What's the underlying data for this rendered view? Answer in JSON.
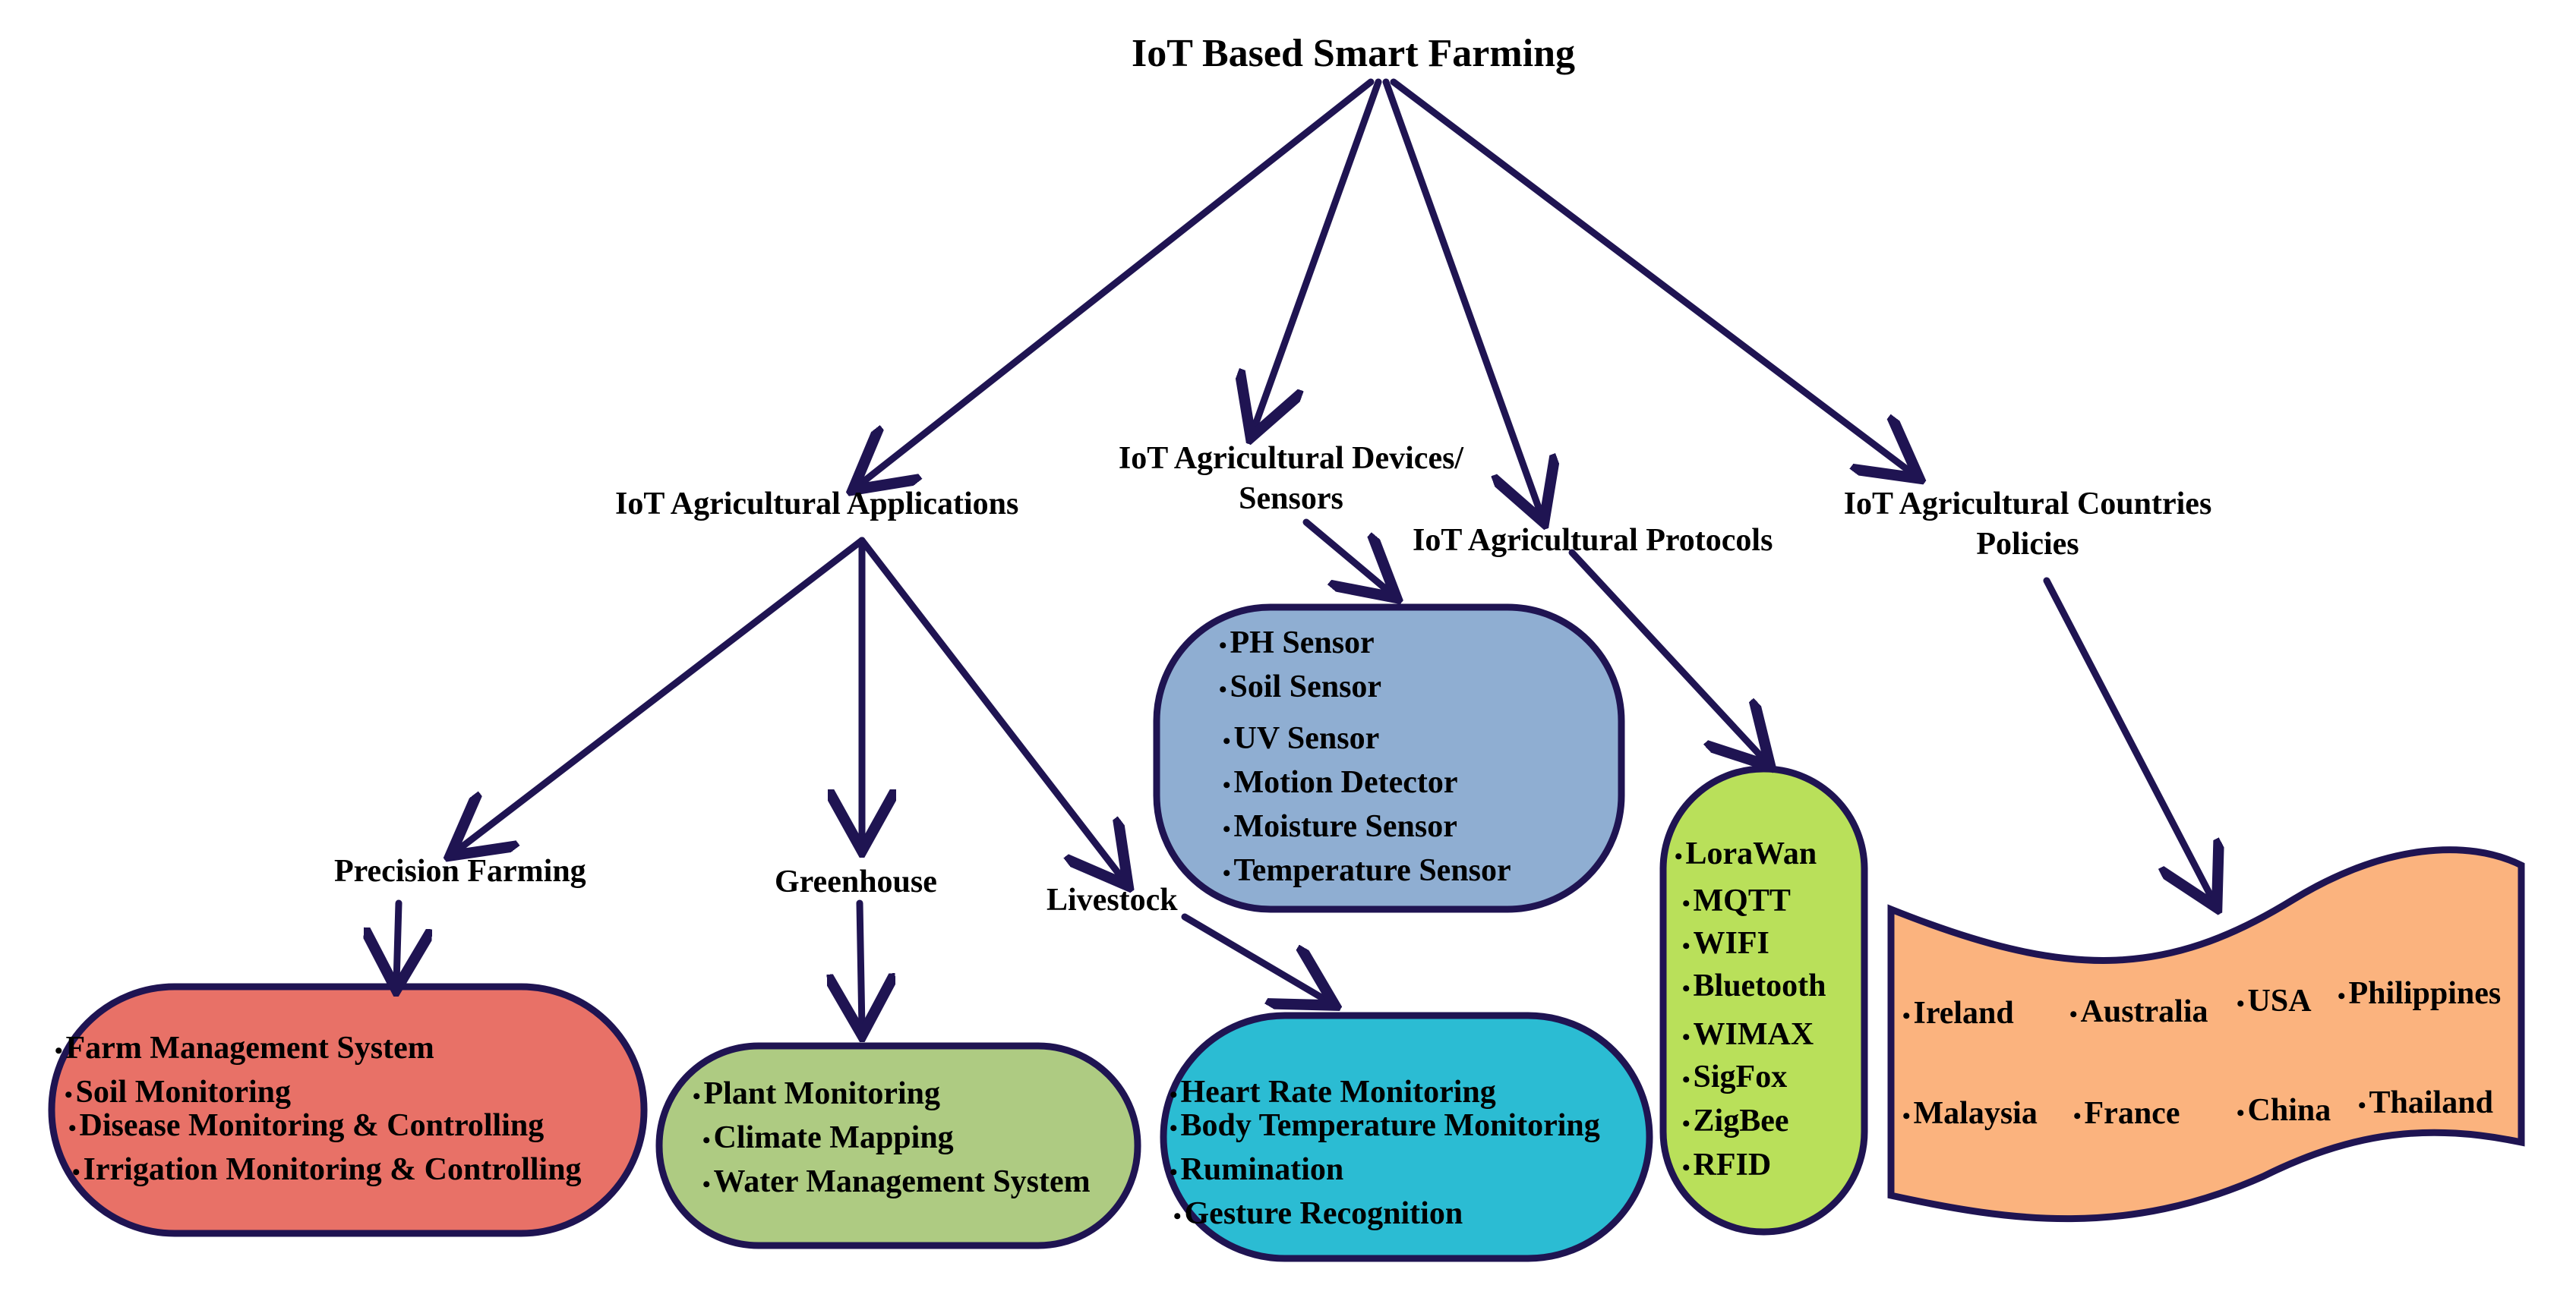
{
  "root": {
    "title": "IoT Based Smart Farming"
  },
  "categories": {
    "applications": "IoT Agricultural Applications",
    "devices": [
      "IoT Agricultural Devices/",
      "Sensors"
    ],
    "protocols": "IoT Agricultural Protocols",
    "policies": [
      "IoT Agricultural Countries",
      "Policies"
    ]
  },
  "applications": {
    "precision": {
      "label": "Precision Farming",
      "items": [
        "Farm Management System",
        "Soil Monitoring",
        "Disease Monitoring & Controlling",
        "Irrigation Monitoring & Controlling"
      ]
    },
    "greenhouse": {
      "label": "Greenhouse",
      "items": [
        "Plant Monitoring",
        "Climate Mapping",
        "Water Management System"
      ]
    },
    "livestock": {
      "label": "Livestock",
      "items": [
        "Heart Rate Monitoring",
        "Body Temperature Monitoring",
        "Rumination",
        "Gesture Recognition"
      ]
    }
  },
  "sensors": [
    "PH Sensor",
    "Soil Sensor",
    "UV Sensor",
    "Motion Detector",
    "Moisture Sensor",
    "Temperature Sensor"
  ],
  "protocols": [
    "LoraWan",
    "MQTT",
    "WIFI",
    "Bluetooth",
    "WIMAX",
    "SigFox",
    "ZigBee",
    "RFID"
  ],
  "countries": [
    "Ireland",
    "Australia",
    "USA",
    "Philippines",
    "Malaysia",
    "France",
    "China",
    "Thailand"
  ],
  "colors": {
    "arrow": "#1f1452",
    "precision": "#e87167",
    "greenhouse": "#aecb82",
    "livestock": "#2bbcd3",
    "sensors": "#8faed2",
    "protocols": "#b9e05a",
    "countries": "#fbb37e"
  }
}
